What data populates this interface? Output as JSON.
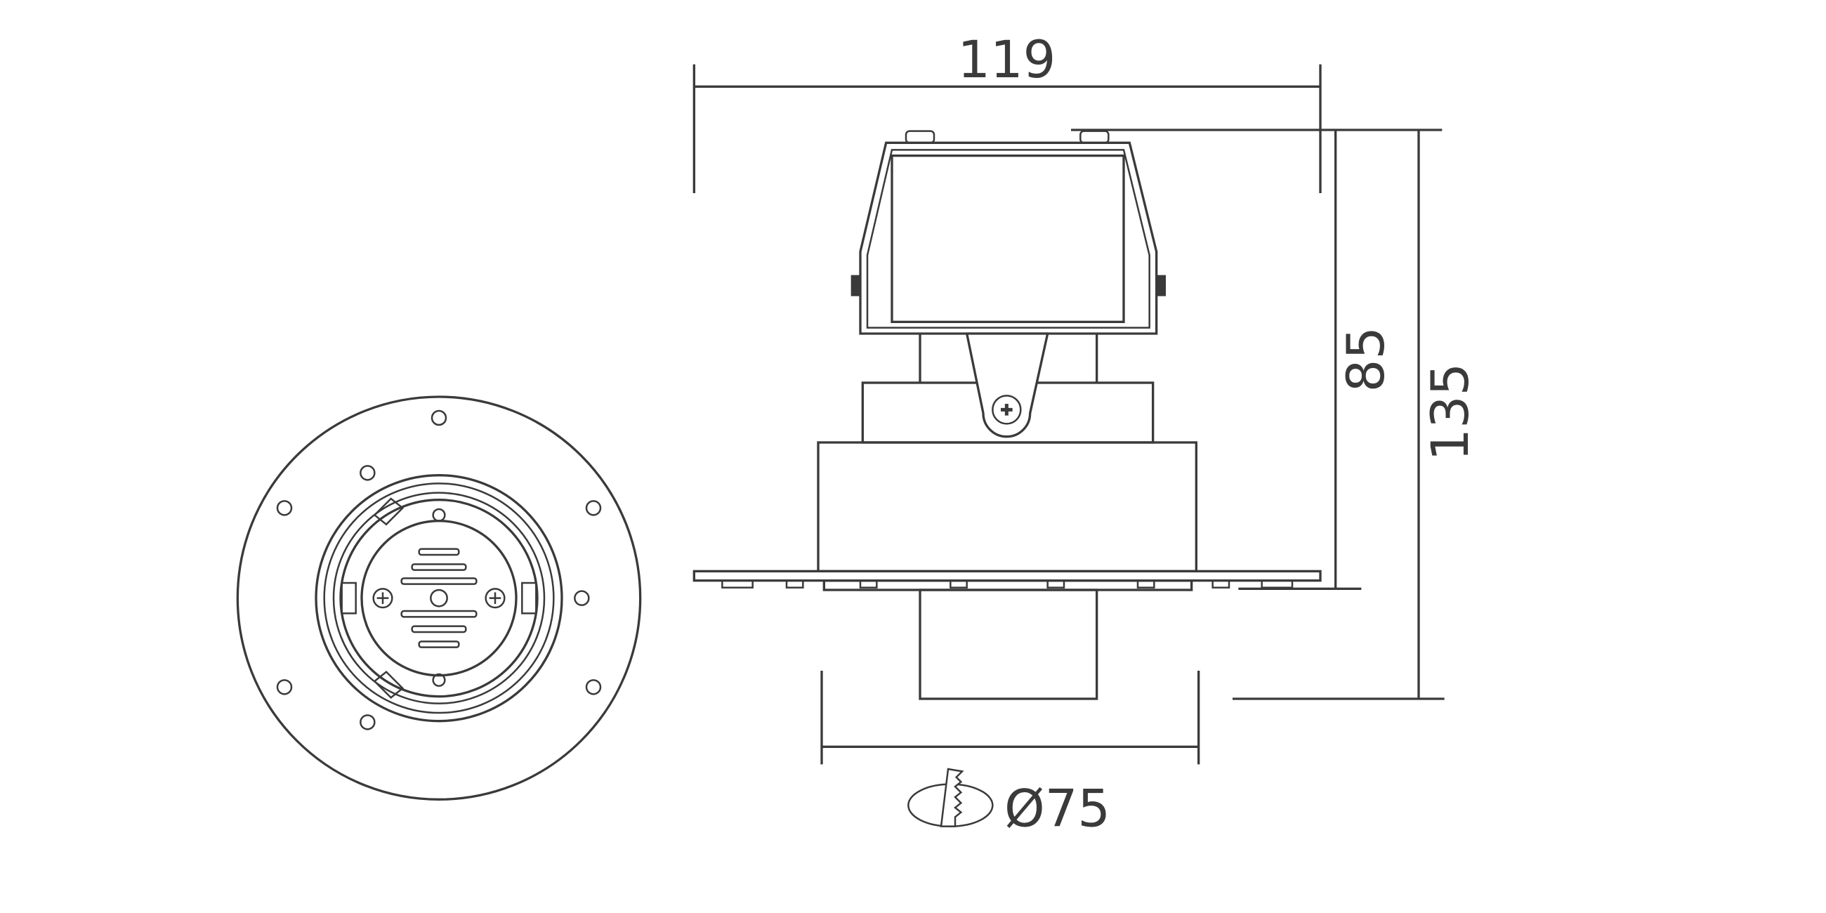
{
  "drawing": {
    "dimensions": {
      "width": "119",
      "height_body": "85",
      "height_total": "135",
      "cutout": "Ø75"
    },
    "icons": {
      "cutout": "saw-cutout-icon",
      "screw": "phillips-screw-icon"
    },
    "stroke_color": "#3a3a3a"
  }
}
